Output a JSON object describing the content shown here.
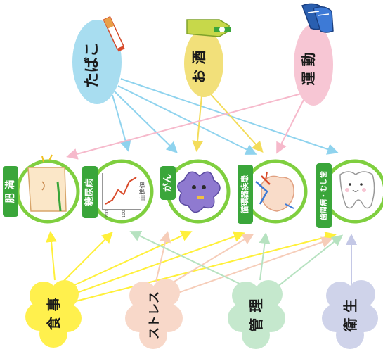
{
  "causes": {
    "tobacco": "たばこ",
    "alcohol": "お 酒",
    "exercise": "運 動"
  },
  "diseases": {
    "obesity": "肥 満",
    "diabetes": "糖尿病",
    "cancer": "がん",
    "circulatory": "循環器疾患",
    "dental": "歯周病・むし歯"
  },
  "factors": {
    "diet": "食 事",
    "stress": "ストレス",
    "management": "管 理",
    "hygiene": "衛 生"
  },
  "diabetes_chart": {
    "ylabel": "血糖値",
    "ticks": [
      "200",
      "100"
    ]
  },
  "colors": {
    "tobacco": "#a8ddf0",
    "alcohol": "#f2e07a",
    "exercise": "#f7c6d4",
    "diet": "#fff04d",
    "stress": "#f8d8c9",
    "management": "#c5e8cd",
    "hygiene": "#cfd3ea",
    "disease_ring": "#7fcf3f",
    "label_green": "#3aa63a"
  },
  "icons": {
    "tobacco": "cigarette-icon",
    "alcohol": "sake-bottle-icon",
    "exercise": "sneakers-icon",
    "obesity": "belly-icon",
    "diabetes": "glucose-graph-icon",
    "cancer": "cancer-cell-icon",
    "circulatory": "heart-vessels-icon",
    "dental": "tooth-icon"
  }
}
